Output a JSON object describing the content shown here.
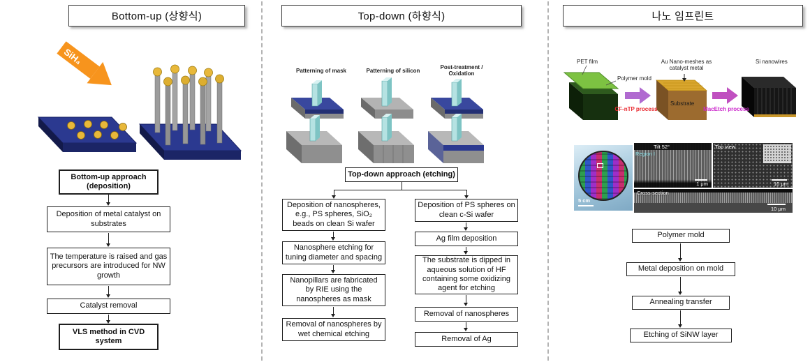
{
  "columns": {
    "bottom_up": {
      "header": "Bottom-up (상향식)",
      "gas_label": "SiH₄",
      "flow": [
        "Bottom-up approach (deposition)",
        "Deposition of metal catalyst on substrates",
        "The temperature is raised and gas precursors are introduced for NW growth",
        "Catalyst removal",
        "VLS method in CVD system"
      ]
    },
    "top_down": {
      "header": "Top-down (하향식)",
      "step_labels": [
        "Patterning of mask",
        "Patterning of silicon",
        "Post-treatment / Oxidation"
      ],
      "flow_title": "Top-down approach (etching)",
      "branch_left": [
        "Deposition of nanospheres, e.g., PS spheres, SiO₂ beads on clean Si wafer",
        "Nanosphere etching for tuning diameter and spacing",
        "Nanopillars are fabricated by RIE using the nanospheres as mask",
        "Removal of nanospheres by wet chemical etching"
      ],
      "branch_right": [
        "Deposition of PS spheres on clean c-Si wafer",
        "Ag film deposition",
        "The substrate is dipped in aqueous solution of HF containing some oxidizing agent for etching",
        "Removal of nanospheres",
        "Removal of Ag"
      ]
    },
    "nano_imprint": {
      "header": "나노 임프린트",
      "process": {
        "pet_film": "PET film",
        "polymer_mold": "Polymer mold",
        "cf_ntp": "CF-nTP process",
        "au_mesh": "Au Nano-meshes as catalyst metal",
        "substrate": "Substrate",
        "macetch": "MacEtch process",
        "si_nanowires": "Si nanowires"
      },
      "micrographs": {
        "wafer_scale": "5 cm",
        "region": "Region I",
        "tilt": "Tilt 52°",
        "tilt_scale": "1 μm",
        "top_view": "Top view",
        "top_scale": "10 μm",
        "cross_section": "Cross-section",
        "cross_scale": "10 μm"
      },
      "flow": [
        "Polymer mold",
        "Metal deposition on mold",
        "Annealing transfer",
        "Etching of SiNW layer"
      ]
    }
  },
  "colors": {
    "accent_orange": "#f7941d",
    "substrate_blue": "#2b3990",
    "gold": "#e8b83a",
    "mold_green": "#7dc242",
    "arrow_purple": "#b06ad0",
    "process_red": "#e8262d",
    "process_magenta": "#cc2acc"
  }
}
